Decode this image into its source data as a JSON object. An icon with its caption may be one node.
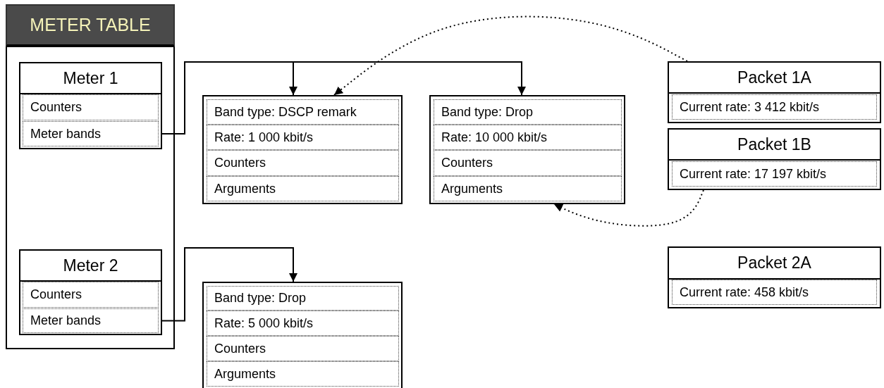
{
  "diagram": {
    "nodes": [
      {
        "text": [
          "METER TABLE"
        ]
      },
      {
        "text": [
          "Meter 1"
        ],
        "in": 0
      },
      {
        "text": [
          "Counters"
        ],
        "in": 1
      },
      {
        "text": [
          "Meter bands"
        ],
        "in": 1
      },
      {
        "text": [
          "Meter 2"
        ],
        "in": 0
      },
      {
        "text": [
          "Counters"
        ],
        "in": 4
      },
      {
        "text": [
          "Meter bands"
        ],
        "in": 4
      },
      {
        "text": [],
        "shape": "box"
      },
      {
        "text": [
          "Band type: DSCP remark"
        ],
        "in": 7
      },
      {
        "text": [
          "Rate: 1 000 kbit/s"
        ],
        "in": 7
      },
      {
        "text": [
          "Counters"
        ],
        "in": 7
      },
      {
        "text": [
          "Arguments"
        ],
        "in": 7
      },
      {
        "text": [],
        "shape": "box"
      },
      {
        "text": [
          "Band type: Drop"
        ],
        "in": 12
      },
      {
        "text": [
          "Rate: 10 000 kbit/s"
        ],
        "in": 12
      },
      {
        "text": [
          "Counters"
        ],
        "in": 12
      },
      {
        "text": [
          "Arguments"
        ],
        "in": 12
      },
      {
        "text": [],
        "shape": "box"
      },
      {
        "text": [
          "Band type: Drop"
        ],
        "in": 17
      },
      {
        "text": [
          "Rate: 5 000 kbit/s"
        ],
        "in": 17
      },
      {
        "text": [
          "Counters"
        ],
        "in": 17
      },
      {
        "text": [
          "Arguments"
        ],
        "in": 17
      },
      {
        "text": [
          "Packet 1A"
        ]
      },
      {
        "text": [
          "Current rate: 3 412 kbit/s"
        ],
        "in": 22
      },
      {
        "text": [
          "Packet 1B"
        ]
      },
      {
        "text": [
          "Current rate: 17 197 kbit/s"
        ],
        "in": 24
      },
      {
        "text": [
          "Packet 2A"
        ]
      },
      {
        "text": [
          "Current rate: 458 kbit/s"
        ],
        "in": 26
      }
    ],
    "edges": [
      {
        "from": 3,
        "to": 7,
        "arrow": "to"
      },
      {
        "from": 3,
        "to": 12,
        "arrow": "to"
      },
      {
        "from": 6,
        "to": 17,
        "arrow": "to"
      },
      {
        "from": 22,
        "to": 7,
        "arrow": "to",
        "style": "dashed"
      },
      {
        "from": 24,
        "to": 12,
        "arrow": "to",
        "style": "dashed"
      }
    ]
  }
}
